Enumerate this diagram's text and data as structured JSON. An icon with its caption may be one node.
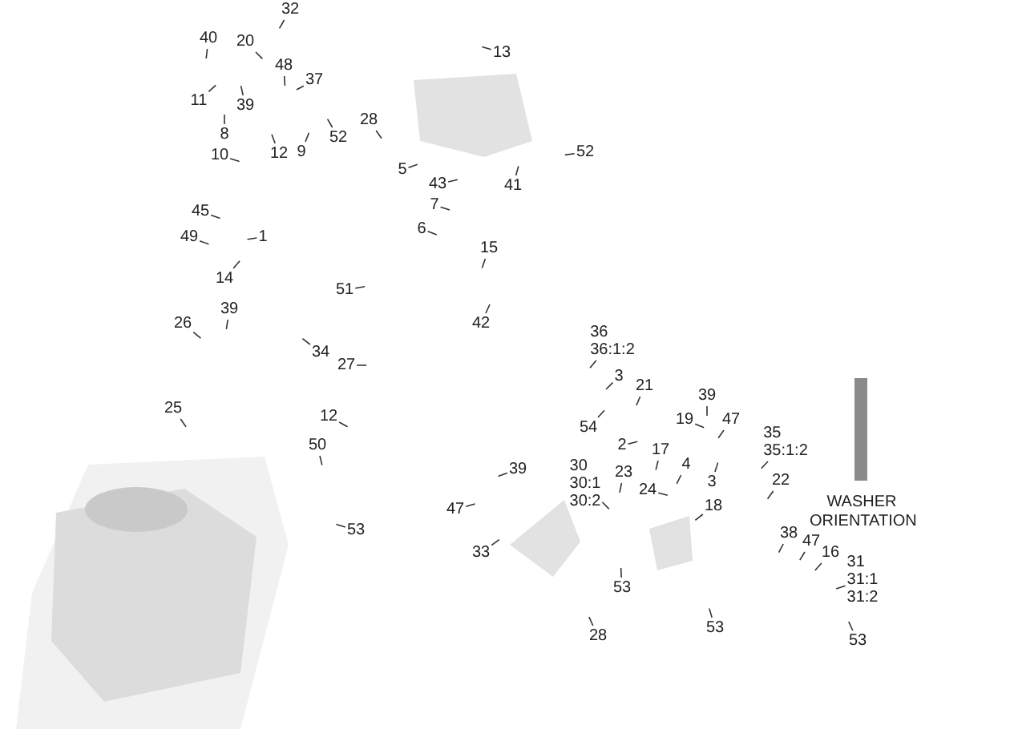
{
  "diagram": {
    "nodes": [
      {
        "text": [
          "32"
        ]
      },
      {
        "text": [
          "40"
        ]
      },
      {
        "text": [
          "20"
        ]
      },
      {
        "text": [
          "48"
        ]
      },
      {
        "text": [
          "37"
        ]
      },
      {
        "text": [
          "11"
        ]
      },
      {
        "text": [
          "39"
        ]
      },
      {
        "text": [
          "8"
        ]
      },
      {
        "text": [
          "52"
        ]
      },
      {
        "text": [
          "12"
        ]
      },
      {
        "text": [
          "9"
        ]
      },
      {
        "text": [
          "28"
        ]
      },
      {
        "text": [
          "13"
        ]
      },
      {
        "text": [
          "10"
        ]
      },
      {
        "text": [
          "5"
        ]
      },
      {
        "text": [
          "43"
        ]
      },
      {
        "text": [
          "41"
        ]
      },
      {
        "text": [
          "52"
        ]
      },
      {
        "text": [
          "7"
        ]
      },
      {
        "text": [
          "45"
        ]
      },
      {
        "text": [
          "49"
        ]
      },
      {
        "text": [
          "1"
        ]
      },
      {
        "text": [
          "6"
        ]
      },
      {
        "text": [
          "15"
        ]
      },
      {
        "text": [
          "14"
        ]
      },
      {
        "text": [
          "51"
        ]
      },
      {
        "text": [
          "42"
        ]
      },
      {
        "text": [
          "39"
        ]
      },
      {
        "text": [
          "26"
        ]
      },
      {
        "text": [
          "34"
        ]
      },
      {
        "text": [
          "27"
        ]
      },
      {
        "text": [
          "25"
        ]
      },
      {
        "text": [
          "12"
        ]
      },
      {
        "text": [
          "50"
        ]
      },
      {
        "text": [
          "53"
        ]
      },
      {
        "text": [
          "36",
          "36:1:2"
        ]
      },
      {
        "text": [
          "3"
        ]
      },
      {
        "text": [
          "21"
        ]
      },
      {
        "text": [
          "54"
        ]
      },
      {
        "text": [
          "2"
        ]
      },
      {
        "text": [
          "39"
        ]
      },
      {
        "text": [
          "19"
        ]
      },
      {
        "text": [
          "47"
        ]
      },
      {
        "text": [
          "17"
        ]
      },
      {
        "text": [
          "4"
        ]
      },
      {
        "text": [
          "35",
          "35:1:2"
        ]
      },
      {
        "text": [
          "3"
        ]
      },
      {
        "text": [
          "22"
        ]
      },
      {
        "text": [
          "23"
        ]
      },
      {
        "text": [
          "24"
        ]
      },
      {
        "text": [
          "30",
          "30:1",
          "30:2"
        ]
      },
      {
        "text": [
          "18"
        ]
      },
      {
        "text": [
          "39"
        ]
      },
      {
        "text": [
          "47"
        ]
      },
      {
        "text": [
          "33"
        ]
      },
      {
        "text": [
          "38"
        ]
      },
      {
        "text": [
          "47"
        ]
      },
      {
        "text": [
          "16"
        ]
      },
      {
        "text": [
          "31",
          "31:1",
          "31:2"
        ]
      },
      {
        "text": [
          "53"
        ]
      },
      {
        "text": [
          "53"
        ]
      },
      {
        "text": [
          "53"
        ]
      },
      {
        "text": [
          "28"
        ]
      }
    ],
    "edges": [
      {
        "from": 0,
        "to": null,
        "arrow": "none"
      },
      {
        "from": 1,
        "to": null,
        "arrow": "none"
      },
      {
        "from": 2,
        "to": null,
        "arrow": "none"
      },
      {
        "from": 3,
        "to": null,
        "arrow": "none"
      },
      {
        "from": 4,
        "to": null,
        "arrow": "none"
      },
      {
        "from": 5,
        "to": null,
        "arrow": "none"
      },
      {
        "from": 6,
        "to": null,
        "arrow": "none"
      },
      {
        "from": 7,
        "to": null,
        "arrow": "none"
      },
      {
        "from": 8,
        "to": null,
        "arrow": "none"
      },
      {
        "from": 9,
        "to": null,
        "arrow": "none"
      },
      {
        "from": 10,
        "to": null,
        "arrow": "none"
      },
      {
        "from": 11,
        "to": null,
        "arrow": "none"
      },
      {
        "from": 12,
        "to": null,
        "arrow": "none"
      },
      {
        "from": 13,
        "to": null,
        "arrow": "none"
      },
      {
        "from": 14,
        "to": null,
        "arrow": "none"
      },
      {
        "from": 15,
        "to": null,
        "arrow": "none"
      },
      {
        "from": 16,
        "to": null,
        "arrow": "none"
      },
      {
        "from": 17,
        "to": null,
        "arrow": "none"
      },
      {
        "from": 18,
        "to": null,
        "arrow": "none"
      },
      {
        "from": 19,
        "to": null,
        "arrow": "none"
      },
      {
        "from": 20,
        "to": null,
        "arrow": "none"
      },
      {
        "from": 21,
        "to": null,
        "arrow": "none"
      },
      {
        "from": 22,
        "to": null,
        "arrow": "none"
      },
      {
        "from": 23,
        "to": null,
        "arrow": "none"
      },
      {
        "from": 24,
        "to": null,
        "arrow": "none"
      },
      {
        "from": 25,
        "to": null,
        "arrow": "none"
      },
      {
        "from": 26,
        "to": null,
        "arrow": "none"
      },
      {
        "from": 27,
        "to": null,
        "arrow": "none"
      },
      {
        "from": 28,
        "to": null,
        "arrow": "none"
      },
      {
        "from": 29,
        "to": null,
        "arrow": "none"
      },
      {
        "from": 30,
        "to": null,
        "arrow": "none"
      },
      {
        "from": 31,
        "to": null,
        "arrow": "none"
      },
      {
        "from": 32,
        "to": null,
        "arrow": "none"
      },
      {
        "from": 33,
        "to": null,
        "arrow": "none"
      },
      {
        "from": 34,
        "to": null,
        "arrow": "none"
      },
      {
        "from": 35,
        "to": null,
        "arrow": "none"
      },
      {
        "from": 36,
        "to": null,
        "arrow": "none"
      },
      {
        "from": 37,
        "to": null,
        "arrow": "none"
      },
      {
        "from": 38,
        "to": null,
        "arrow": "none"
      },
      {
        "from": 39,
        "to": null,
        "arrow": "none"
      },
      {
        "from": 40,
        "to": null,
        "arrow": "none"
      },
      {
        "from": 41,
        "to": null,
        "arrow": "none"
      },
      {
        "from": 42,
        "to": null,
        "arrow": "none"
      },
      {
        "from": 43,
        "to": null,
        "arrow": "none"
      },
      {
        "from": 44,
        "to": null,
        "arrow": "none"
      },
      {
        "from": 45,
        "to": null,
        "arrow": "none"
      },
      {
        "from": 46,
        "to": null,
        "arrow": "none"
      },
      {
        "from": 47,
        "to": null,
        "arrow": "none"
      },
      {
        "from": 48,
        "to": null,
        "arrow": "none"
      },
      {
        "from": 49,
        "to": null,
        "arrow": "none"
      },
      {
        "from": 50,
        "to": null,
        "arrow": "none"
      },
      {
        "from": 51,
        "to": null,
        "arrow": "none"
      },
      {
        "from": 52,
        "to": null,
        "arrow": "none"
      },
      {
        "from": 53,
        "to": null,
        "arrow": "none"
      },
      {
        "from": 54,
        "to": null,
        "arrow": "none"
      },
      {
        "from": 55,
        "to": null,
        "arrow": "none"
      },
      {
        "from": 56,
        "to": null,
        "arrow": "none"
      },
      {
        "from": 57,
        "to": null,
        "arrow": "none"
      },
      {
        "from": 58,
        "to": null,
        "arrow": "none"
      },
      {
        "from": 59,
        "to": null,
        "arrow": "none"
      },
      {
        "from": 60,
        "to": null,
        "arrow": "none"
      },
      {
        "from": 61,
        "to": null,
        "arrow": "none"
      },
      {
        "from": 62,
        "to": null,
        "arrow": "none"
      }
    ],
    "labels": [
      "WASHER ORIENTATION"
    ]
  }
}
